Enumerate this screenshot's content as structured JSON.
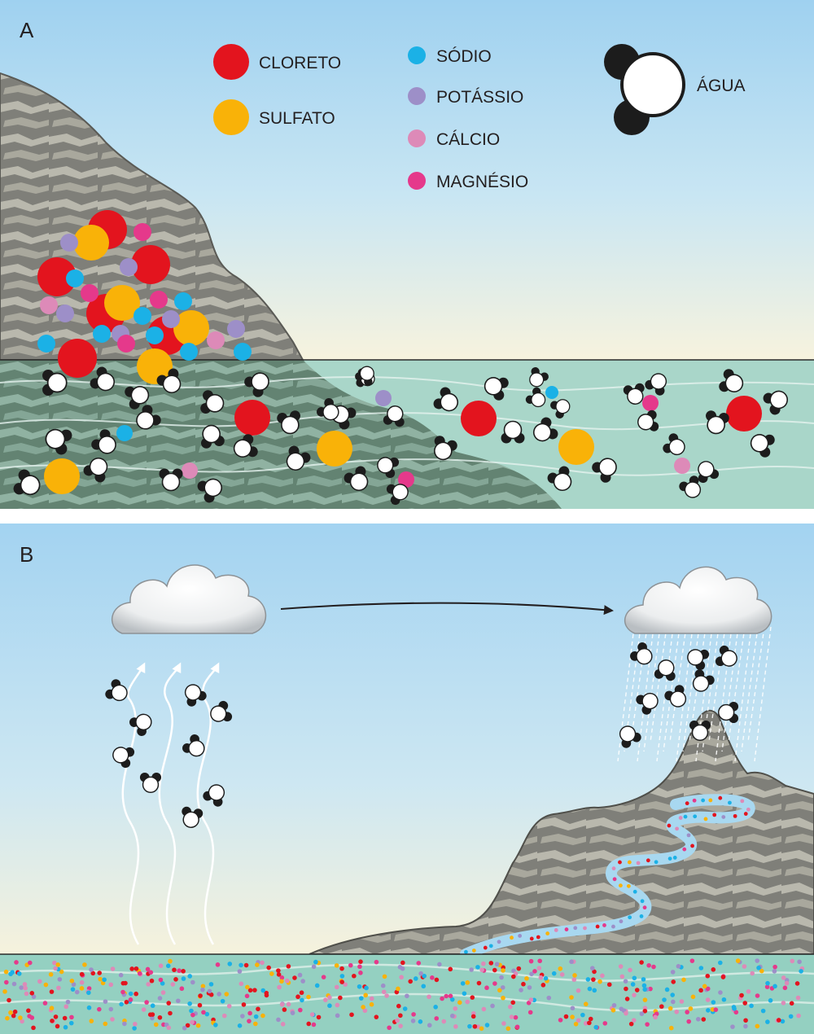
{
  "panels": {
    "a": {
      "letter": "A"
    },
    "b": {
      "letter": "B"
    }
  },
  "legend": {
    "cloreto": {
      "label": "CLORETO",
      "color": "#e3141e"
    },
    "sulfato": {
      "label": "SULFATO",
      "color": "#f9b208"
    },
    "sodio": {
      "label": "SÓDIO",
      "color": "#1bb1e6"
    },
    "potassio": {
      "label": "POTÁSSIO",
      "color": "#9d8fc8"
    },
    "calcio": {
      "label": "CÁLCIO",
      "color": "#dd8ab8"
    },
    "magnesio": {
      "label": "MAGNÉSIO",
      "color": "#e5398b"
    },
    "agua": {
      "label": "ÁGUA"
    }
  },
  "colors": {
    "sky_top": "#9fd1f0",
    "sky_bottom": "#f7f3de",
    "sea": "#a9d6c9",
    "rock": "#8a8a85",
    "rock_underwater": "#6f8e7e",
    "river": "#a8d8f0"
  },
  "icons": [
    "cloud-icon",
    "arrow-icon",
    "water-molecule-icon",
    "rain-icon",
    "vapor-arrow-icon"
  ]
}
